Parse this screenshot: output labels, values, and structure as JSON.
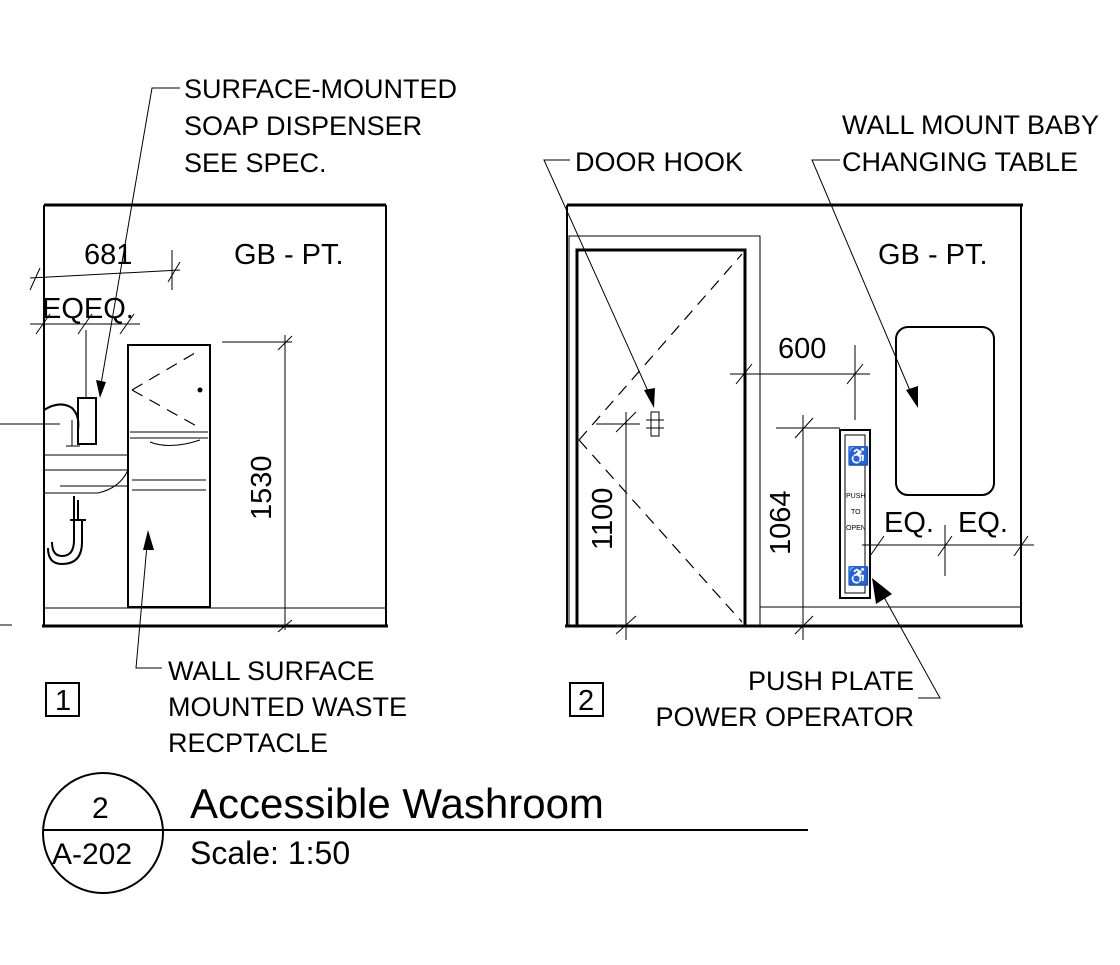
{
  "elevation_1": {
    "number": "1",
    "finish": "GB - PT.",
    "dims": {
      "width": "681",
      "eq_pair": "EQEQ.",
      "height": "1530"
    },
    "callouts": {
      "soap": [
        "SURFACE-MOUNTED",
        "SOAP DISPENSER",
        "SEE SPEC."
      ],
      "waste": [
        "WALL SURFACE",
        "MOUNTED WASTE",
        "RECPTACLE"
      ]
    }
  },
  "elevation_2": {
    "number": "2",
    "finish": "GB - PT.",
    "dims": {
      "offset": "600",
      "hook_height": "1100",
      "plate_height": "1064",
      "eq_left": "EQ.",
      "eq_right": "EQ."
    },
    "callouts": {
      "hook": "DOOR HOOK",
      "baby": [
        "WALL MOUNT BABY",
        "CHANGING TABLE"
      ],
      "plate": [
        "PUSH PLATE",
        "POWER OPERATOR"
      ]
    },
    "push_plate_text": [
      "PUSH",
      "TO",
      "OPEN"
    ],
    "accessibility_symbol": "♿"
  },
  "title_block": {
    "detail_number": "2",
    "sheet": "A-202",
    "title": "Accessible Washroom",
    "scale": "Scale: 1:50"
  }
}
